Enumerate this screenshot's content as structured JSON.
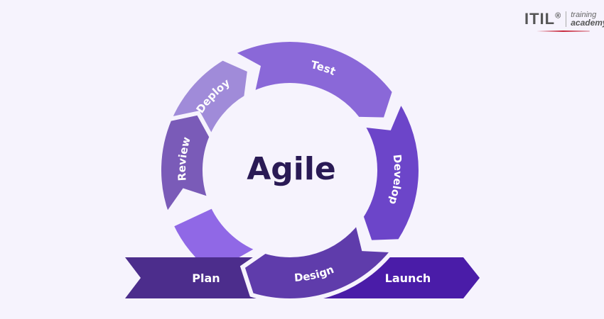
{
  "logo": {
    "brand": "ITIL",
    "reg": "®",
    "line1": "training",
    "line2": "academy"
  },
  "title": "Agile",
  "segments": [
    {
      "label": "Deploy",
      "color": "#a08bd9"
    },
    {
      "label": "Test",
      "color": "#8a68d8"
    },
    {
      "label": "Develop",
      "color": "#6c45c9"
    },
    {
      "label": "Design",
      "color": "#5f3cab"
    },
    {
      "label": "Review",
      "color": "#7a5bb8"
    }
  ],
  "plan_segment_color": "#9068e6",
  "banners": {
    "plan": {
      "label": "Plan",
      "color": "#4c2d8c"
    },
    "launch": {
      "label": "Launch",
      "color": "#4a1ca8"
    }
  },
  "title_color": "#2a1a55",
  "background": "#f6f3fd"
}
